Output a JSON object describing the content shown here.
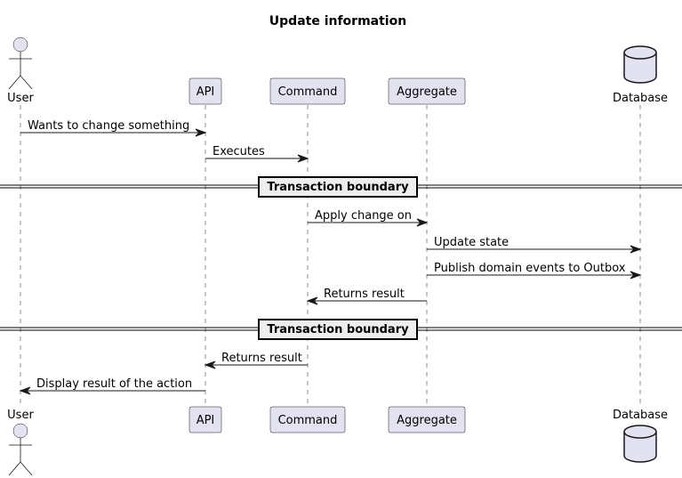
{
  "title": "Update information",
  "participants": [
    {
      "id": "user",
      "label": "User",
      "kind": "actor"
    },
    {
      "id": "api",
      "label": "API",
      "kind": "participant"
    },
    {
      "id": "command",
      "label": "Command",
      "kind": "participant"
    },
    {
      "id": "aggregate",
      "label": "Aggregate",
      "kind": "participant"
    },
    {
      "id": "database",
      "label": "Database",
      "kind": "database"
    }
  ],
  "messages": [
    {
      "from": "user",
      "to": "api",
      "text": "Wants to change something"
    },
    {
      "from": "api",
      "to": "command",
      "text": "Executes"
    },
    {
      "divider": "Transaction boundary"
    },
    {
      "from": "command",
      "to": "aggregate",
      "text": "Apply change on"
    },
    {
      "from": "aggregate",
      "to": "database",
      "text": "Update state"
    },
    {
      "from": "aggregate",
      "to": "database",
      "text": "Publish domain events to Outbox"
    },
    {
      "from": "aggregate",
      "to": "command",
      "text": "Returns result"
    },
    {
      "divider": "Transaction boundary"
    },
    {
      "from": "command",
      "to": "api",
      "text": "Returns result"
    },
    {
      "from": "api",
      "to": "user",
      "text": "Display result of the action"
    }
  ],
  "colors": {
    "participant_fill": "#e2e2f0",
    "stroke": "#181818",
    "divider_fill": "#eeeeee"
  }
}
